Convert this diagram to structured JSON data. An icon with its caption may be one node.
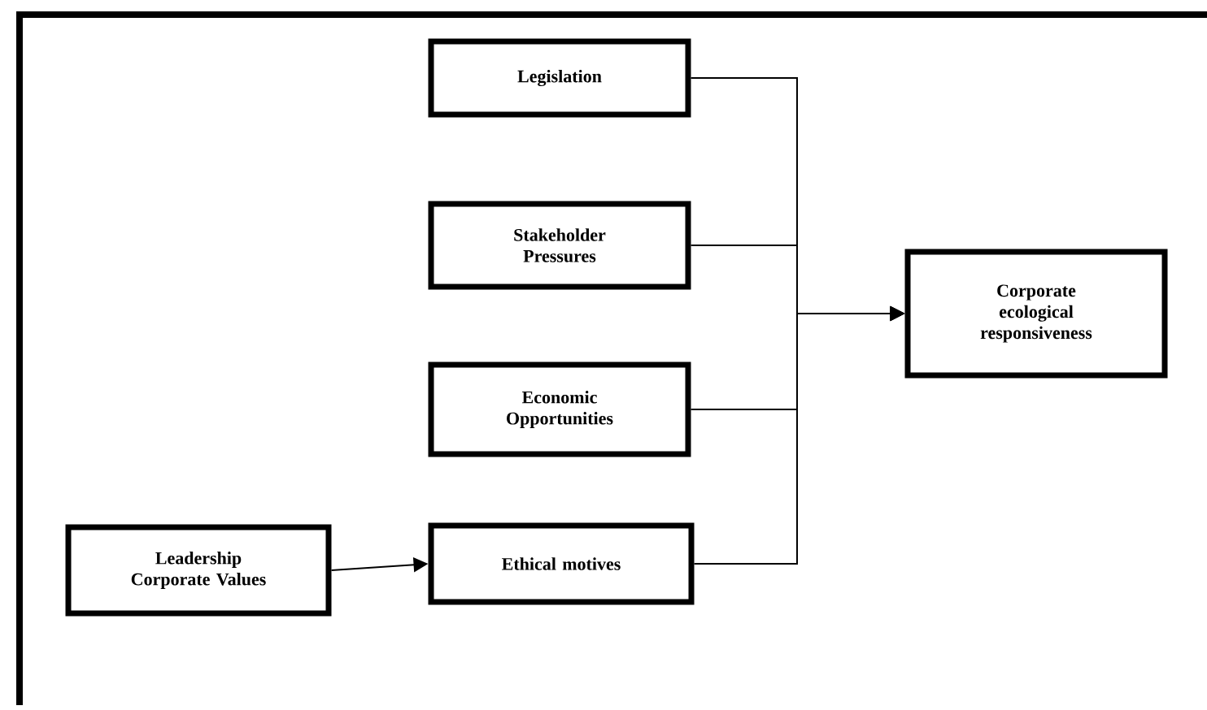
{
  "diagram": {
    "nodes": [
      {
        "text": [
          "Legislation"
        ]
      },
      {
        "text": [
          "Stakeholder Pressures"
        ]
      },
      {
        "text": [
          "Economic Opportunities"
        ]
      },
      {
        "text": [
          "Ethical motives"
        ]
      },
      {
        "text": [
          "Leadership Corporate Values"
        ]
      },
      {
        "text": [
          "Corporate ecological responsiveness"
        ]
      }
    ],
    "edges": [
      {
        "from": 0,
        "to": 5,
        "arrow": "to"
      },
      {
        "from": 1,
        "to": 5,
        "arrow": "to"
      },
      {
        "from": 2,
        "to": 5,
        "arrow": "to"
      },
      {
        "from": 3,
        "to": 5,
        "arrow": "to"
      },
      {
        "from": 4,
        "to": 3,
        "arrow": "to"
      }
    ]
  }
}
